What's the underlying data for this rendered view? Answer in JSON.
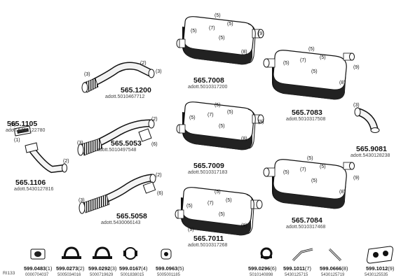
{
  "parts": {
    "p1": {
      "number": "565.1200",
      "adott": "adott.5010467712"
    },
    "p2": {
      "number": "565.1105",
      "adott": "adott.5430122780"
    },
    "p3": {
      "number": "565.1106",
      "adott": "adott.5430127816"
    },
    "p4": {
      "number": "565.5053",
      "adott": "adott.5010497548"
    },
    "p5": {
      "number": "565.5058",
      "adott": "adott.5430066143"
    },
    "p6": {
      "number": "565.7008",
      "adott": "adott.5010317200"
    },
    "p7": {
      "number": "565.7009",
      "adott": "adott.5010317183"
    },
    "p8": {
      "number": "565.7011",
      "adott": "adott.5010317268"
    },
    "p9": {
      "number": "565.7083",
      "adott": "adott.5010317508"
    },
    "p10": {
      "number": "565.7084",
      "adott": "adott.5010317468"
    },
    "p11": {
      "number": "565.9081",
      "adott": "adott.5430128238"
    }
  },
  "small_parts": [
    {
      "number": "599.0483",
      "qty": "(1)",
      "code": "0000704037"
    },
    {
      "number": "599.0273",
      "qty": "(2)",
      "code": "5005034016"
    },
    {
      "number": "599.0292",
      "qty": "(3)",
      "code": "5000719629"
    },
    {
      "number": "599.0167",
      "qty": "(4)",
      "code": "5001838015"
    },
    {
      "number": "599.0963",
      "qty": "(5)",
      "code": "5005001185"
    },
    {
      "number": "599.0296",
      "qty": "(6)",
      "code": "5010140898"
    },
    {
      "number": "599.1011",
      "qty": "(7)",
      "code": "5430125715"
    },
    {
      "number": "599.0666",
      "qty": "(8)",
      "code": "5430125719"
    },
    {
      "number": "599.1012",
      "qty": "(9)",
      "code": "5430125535"
    }
  ],
  "callouts": {
    "c1": "(1)",
    "c2": "(2)",
    "c3": "(3)",
    "c4": "(4)",
    "c5": "(5)",
    "c6": "(6)",
    "c7": "(7)",
    "c8": "(8)",
    "c9": "(9)"
  },
  "footer": {
    "code": "RI133"
  }
}
